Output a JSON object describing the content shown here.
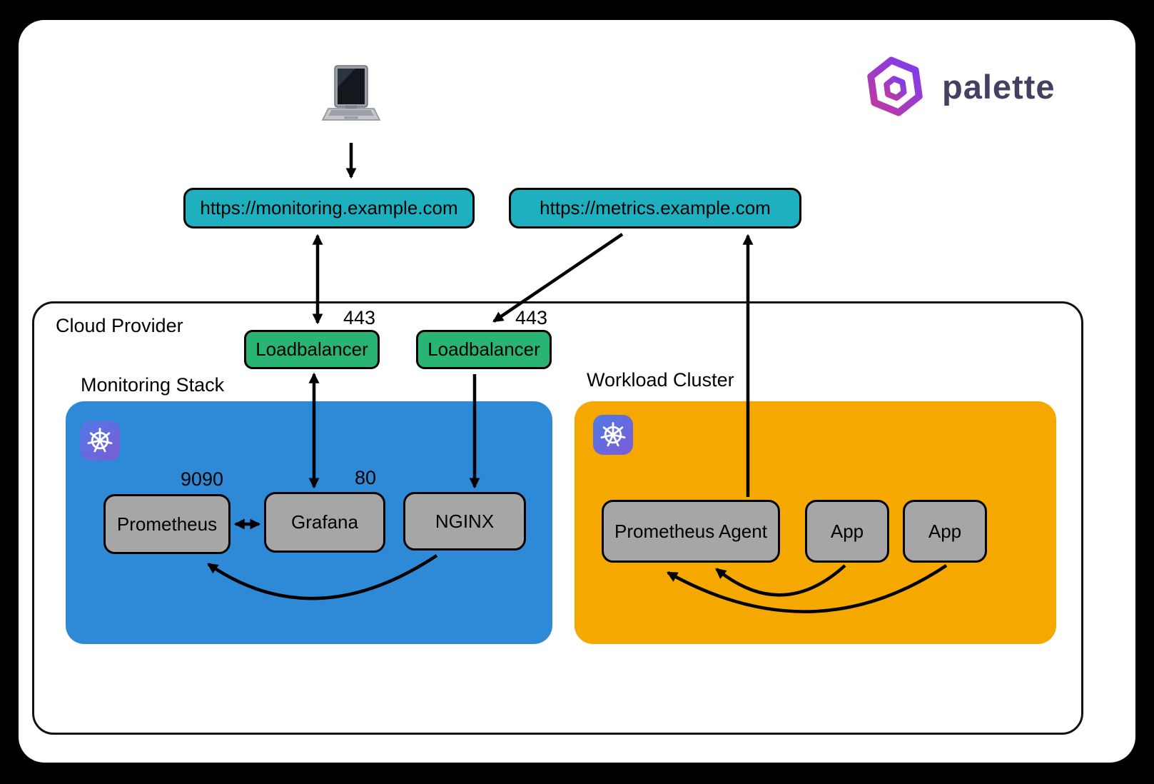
{
  "brand": {
    "name": "palette",
    "wordmark_color": "#454061",
    "logo_gradient_start": "#c2399e",
    "logo_gradient_end": "#7a3df0"
  },
  "client": {
    "icon": "laptop-icon"
  },
  "endpoints": {
    "fill": "#1fb0c0",
    "monitoring": {
      "label": "https://monitoring.example.com"
    },
    "metrics": {
      "label": "https://metrics.example.com"
    }
  },
  "cloud": {
    "title": "Cloud Provider",
    "loadbalancer_fill": "#29b474",
    "loadbalancer_left": {
      "label": "Loadbalancer",
      "port": "443"
    },
    "loadbalancer_right": {
      "label": "Loadbalancer",
      "port": "443"
    },
    "monitoring_stack": {
      "title": "Monitoring Stack",
      "fill": "#2e8ad6",
      "icon": "kubernetes-icon",
      "prometheus": {
        "label": "Prometheus",
        "port": "9090"
      },
      "grafana": {
        "label": "Grafana",
        "port": "80"
      },
      "nginx": {
        "label": "NGINX"
      }
    },
    "workload_cluster": {
      "title": "Workload Cluster",
      "fill": "#f5a800",
      "icon": "kubernetes-icon",
      "prometheus_agent": {
        "label": "Prometheus Agent"
      },
      "app_1": {
        "label": "App"
      },
      "app_2": {
        "label": "App"
      }
    },
    "node_fill": "#a6a6a6"
  }
}
